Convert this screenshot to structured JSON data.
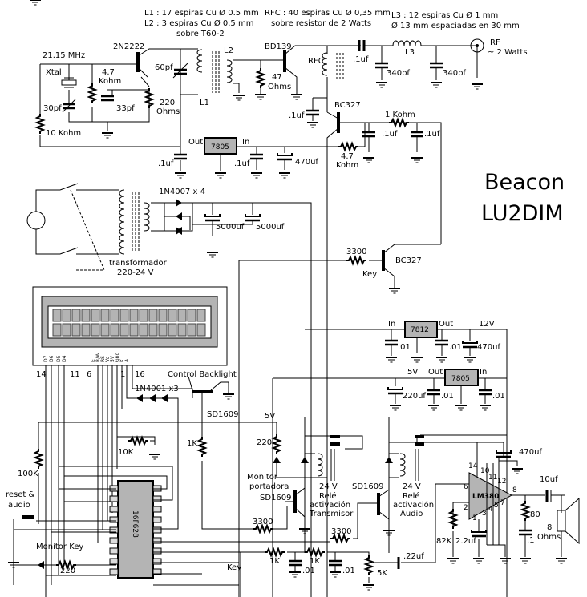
{
  "title": {
    "line1": "Beacon",
    "line2": "LU2DIM"
  },
  "notes": {
    "l1": "L1 : 17 espiras Cu Ø 0.5 mm",
    "l2": "L2 : 3   espiras Cu Ø 0.5 mm",
    "l2b": "sobre T60-2",
    "rfc1": "RFC : 40 espiras Cu Ø 0,35 mm",
    "rfc2": "sobre resistor de 2 Watts",
    "l3a": "L3 : 12 espiras Cu Ø 1 mm",
    "l3b": "Ø 13 mm espaciadas en 30 mm"
  },
  "oscillator": {
    "freq": "21.15 MHz",
    "xtal": "Xtal",
    "trimmer": "30pf",
    "r_base": "4.7",
    "r_base_u": "Kohm",
    "r_bias": "10 Kohm",
    "c_fb": "33pf",
    "r_emit": "220",
    "r_emit_u": "Ohms",
    "q": "2N2222",
    "c_tune": "60pf",
    "l1": "L1",
    "l2": "L2"
  },
  "driver": {
    "q": "BD139",
    "r": "47",
    "r_u": "Ohms",
    "rfc": "RFC",
    "c_couple": ".1uf",
    "c_dec": ".1uf"
  },
  "output": {
    "l3": "L3",
    "c1": "340pf",
    "c2": "340pf",
    "rf": "RF",
    "power": "~  2 Watts"
  },
  "supply_rf": {
    "reg": "7805",
    "out": "Out",
    "in": "In",
    "c_out": ".1uf",
    "c_in": ".1uf",
    "c_bulk": "470uf",
    "q": "BC327",
    "r1": "1 Kohm",
    "r2": "4.7",
    "r2_u": "Kohm",
    "c1": ".1uf",
    "c2": ".1uf"
  },
  "mains": {
    "diodes": "1N4007 x 4",
    "c1": "5000uf",
    "c2": "5000uf",
    "xfmr": "transformador",
    "xfmr_v": "220-24 V"
  },
  "key": {
    "r": "3300",
    "q": "BC327",
    "label": "Key"
  },
  "reg12": {
    "in": "In",
    "reg": "7812",
    "out": "Out",
    "v": "12V",
    "c_in": ".01",
    "c_out": ".01",
    "c_bulk": "470uf"
  },
  "reg5": {
    "v": "5V",
    "out": "Out",
    "reg": "7805",
    "in": "In",
    "c_bulk": "220uf",
    "c_out": ".01",
    "c_in": ".01"
  },
  "lcd": {
    "pins_left": [
      "D7",
      "D6",
      "D5",
      "D4"
    ],
    "pins_right": [
      "E",
      "R/W",
      "RS",
      "Vo",
      "5V",
      "Gnd",
      "K",
      "A"
    ],
    "num14": "14",
    "num11": "11",
    "num6": "6",
    "num1": "1",
    "num16": "16"
  },
  "backlight": {
    "label": "Control Backlight",
    "q": "SD1609",
    "diodes": "1N4001 x3",
    "r": "1K",
    "pot": "10K"
  },
  "mcu": {
    "chip": "16F628",
    "r_pullup": "100K",
    "reset": "reset &",
    "reset2": "audio",
    "monitor_key": "Monitor Key",
    "r_led": "220",
    "key": "Key"
  },
  "relays": {
    "v5": "5V",
    "r_led": "220",
    "monitor": "Monitor",
    "monitor2": "portadora",
    "q1": "SD1609",
    "q2": "SD1609",
    "r1": "3300",
    "r2": "3300",
    "relay1_v": "24 V",
    "relay1_a": "Relé",
    "relay1_b": "activación",
    "relay1_c": "Transmisor",
    "relay2_v": "24 V",
    "relay2_a": "Relé",
    "relay2_b": "activación",
    "relay2_c": "Audio"
  },
  "audio": {
    "r1": "1K",
    "r2": "1K",
    "c1": ".01",
    "c2": ".01",
    "pot": "5K",
    "c_in": ".22uf",
    "amp": "LM380",
    "r_fb": "82K",
    "c_fb": "2.2uf",
    "c_bulk": "470uf",
    "c_out": "10uf",
    "r_zobel": "80",
    "c_zobel": ".1",
    "spk": "8",
    "spk_u": "Ohms",
    "pins": {
      "p14": "14",
      "p10": "10",
      "p11": "11",
      "p12": "12",
      "p6": "6",
      "p8": "8",
      "p2": "2",
      "p1": "1",
      "p3": "3",
      "p4": "4",
      "p5": "5",
      "p7": "7"
    }
  }
}
